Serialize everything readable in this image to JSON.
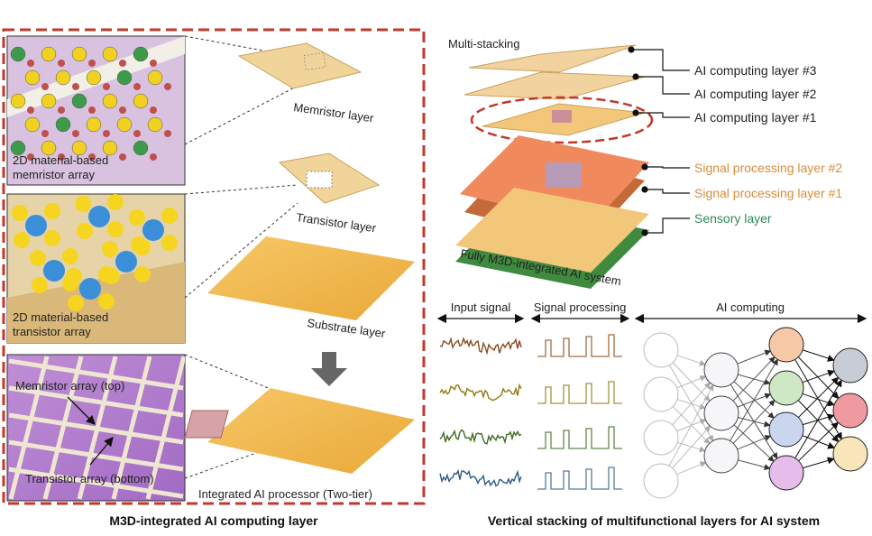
{
  "left_panel": {
    "title": "M3D-integrated AI computing layer",
    "memristor_photo_label": [
      "2D material-based",
      "memristor array"
    ],
    "transistor_photo_label": [
      "2D material-based",
      "transistor array"
    ],
    "array_photo_labels": {
      "top": "Memristor array (top)",
      "bottom": "Transistor array (bottom)"
    },
    "layers": {
      "memristor": "Memristor layer",
      "transistor": "Transistor layer",
      "substrate": "Substrate layer",
      "integrated": "Integrated AI processor (Two-tier)"
    },
    "border_color": "#c0392b"
  },
  "right_panel": {
    "title": "Vertical stacking of multifunctional layers for AI system",
    "multi_stacking": "Multi-stacking",
    "system_label": "Fully M3D-integrated AI system",
    "layer_labels": [
      {
        "text": "AI computing layer #3",
        "color": "#222222"
      },
      {
        "text": "AI computing layer #2",
        "color": "#222222"
      },
      {
        "text": "AI computing layer #1",
        "color": "#222222"
      },
      {
        "text": "Signal processing layer #2",
        "color": "#d98c3a"
      },
      {
        "text": "Signal processing layer #1",
        "color": "#d98c3a"
      },
      {
        "text": "Sensory layer",
        "color": "#2e8b57"
      }
    ],
    "pipeline": {
      "input_signal": "Input signal",
      "signal_processing": "Signal processing",
      "ai_computing": "AI computing"
    },
    "signal_colors": [
      "#8a4a1c",
      "#8c7a10",
      "#3f6a1e",
      "#2d5a86"
    ],
    "output_node_colors_hidden2": [
      "#f7c8a6",
      "#cfe8c4",
      "#c9d6ee",
      "#e6bdea"
    ],
    "output_node_colors_out": [
      "#c8ccd6",
      "#ee9aa0",
      "#f8e6b8"
    ]
  }
}
